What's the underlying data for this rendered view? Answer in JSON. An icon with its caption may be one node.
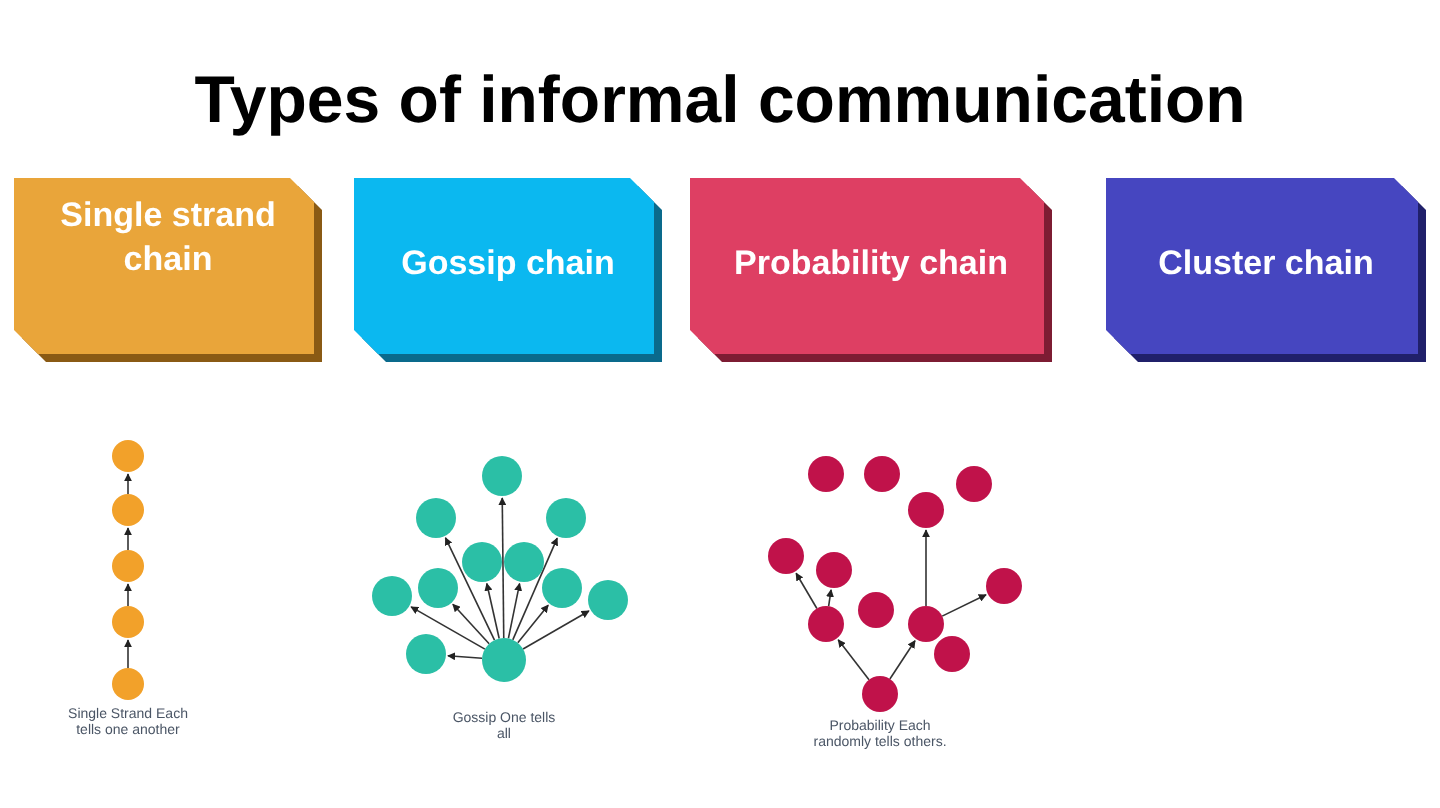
{
  "diagram": {
    "title": "Types of informal communication",
    "nodes": [
      {
        "text": [
          "Single strand chain"
        ]
      },
      {
        "text": [
          "Gossip chain"
        ]
      },
      {
        "text": [
          "Probability chain"
        ]
      },
      {
        "text": [
          "Cluster chain"
        ]
      },
      {
        "text": [],
        "shape": "circle"
      },
      {
        "text": [],
        "shape": "circle"
      },
      {
        "text": [],
        "shape": "circle"
      },
      {
        "text": [],
        "shape": "circle"
      },
      {
        "text": [],
        "shape": "circle"
      },
      {
        "text": [],
        "shape": "circle"
      },
      {
        "text": [],
        "shape": "circle"
      },
      {
        "text": [],
        "shape": "circle"
      },
      {
        "text": [],
        "shape": "circle"
      },
      {
        "text": [],
        "shape": "circle"
      },
      {
        "text": [],
        "shape": "circle"
      },
      {
        "text": [],
        "shape": "circle"
      },
      {
        "text": [],
        "shape": "circle"
      },
      {
        "text": [],
        "shape": "circle"
      },
      {
        "text": [],
        "shape": "circle"
      },
      {
        "text": [],
        "shape": "circle"
      },
      {
        "text": [],
        "shape": "circle"
      },
      {
        "text": [],
        "shape": "circle"
      },
      {
        "text": [],
        "shape": "circle"
      },
      {
        "text": [],
        "shape": "circle"
      },
      {
        "text": [],
        "shape": "circle"
      },
      {
        "text": [],
        "shape": "circle"
      },
      {
        "text": [],
        "shape": "circle"
      },
      {
        "text": [],
        "shape": "circle"
      },
      {
        "text": [],
        "shape": "circle"
      },
      {
        "text": [],
        "shape": "circle"
      },
      {
        "text": [],
        "shape": "circle"
      },
      {
        "text": [],
        "shape": "circle"
      }
    ],
    "edges": [
      {
        "from": 8,
        "to": 7,
        "arrow": "to"
      },
      {
        "from": 7,
        "to": 6,
        "arrow": "to"
      },
      {
        "from": 6,
        "to": 5,
        "arrow": "to"
      },
      {
        "from": 5,
        "to": 4,
        "arrow": "to"
      },
      {
        "from": 19,
        "to": 9,
        "arrow": "to"
      },
      {
        "from": 19,
        "to": 10,
        "arrow": "to"
      },
      {
        "from": 19,
        "to": 11,
        "arrow": "to"
      },
      {
        "from": 19,
        "to": 12,
        "arrow": "to"
      },
      {
        "from": 19,
        "to": 13,
        "arrow": "to"
      },
      {
        "from": 19,
        "to": 14,
        "arrow": "to"
      },
      {
        "from": 19,
        "to": 15,
        "arrow": "to"
      },
      {
        "from": 19,
        "to": 16,
        "arrow": "to"
      },
      {
        "from": 19,
        "to": 17,
        "arrow": "to"
      },
      {
        "from": 19,
        "to": 18,
        "arrow": "to"
      },
      {
        "from": 31,
        "to": 28,
        "arrow": "to"
      },
      {
        "from": 31,
        "to": 29,
        "arrow": "to"
      },
      {
        "from": 28,
        "to": 24,
        "arrow": "to"
      },
      {
        "from": 28,
        "to": 25,
        "arrow": "to"
      },
      {
        "from": 29,
        "to": 23,
        "arrow": "to"
      },
      {
        "from": 29,
        "to": 26,
        "arrow": "to"
      }
    ],
    "labels": [
      "Single Strand Each tells one another",
      "Gossip One tells all",
      "Probability Each randomly tells others."
    ]
  }
}
